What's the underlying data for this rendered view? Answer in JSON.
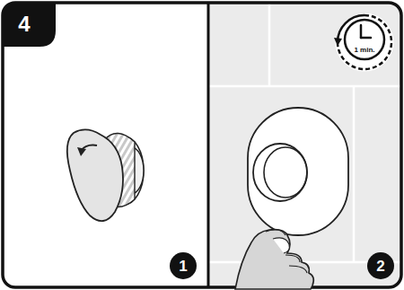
{
  "diagram": {
    "labels": [
      "4",
      "1 min.",
      "1",
      "2"
    ]
  }
}
